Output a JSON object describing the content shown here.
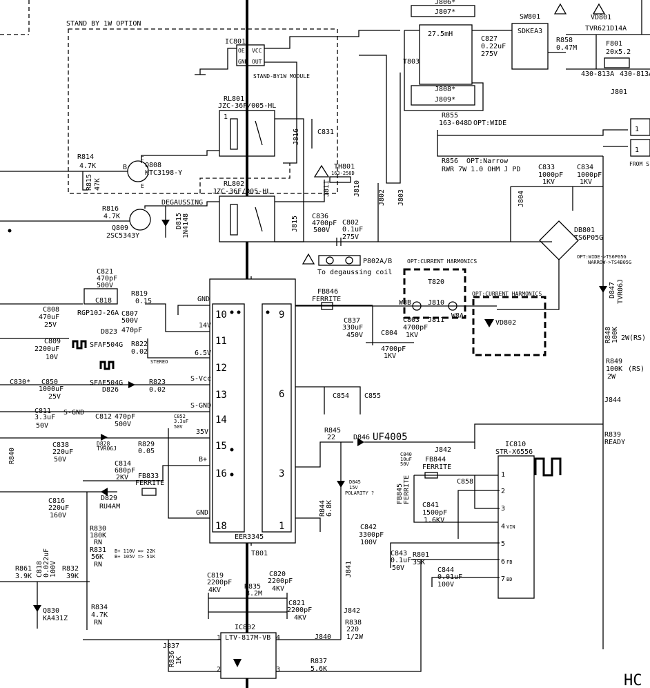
{
  "labels": {
    "standby_option": "STAND BY 1W OPTION",
    "ic801": "IC801",
    "ic801_oe": "OE",
    "ic801_vcc": "VCC",
    "ic801_gnd": "GND",
    "ic801_out": "OUT",
    "standby_module": "STAND-BY1W MODULE",
    "rl801": "RL801",
    "rl801_part": "JZC-36F/005-HL",
    "rl802": "RL802",
    "rl802_part": "JZC-36F/005-HL",
    "r814": "R814",
    "r814_val": "4.7K",
    "r815": "R815",
    "r815_val": "47K",
    "q808": "Q808",
    "q808_part": "KTC3198-Y",
    "r816": "R816",
    "r816_val": "4.7K",
    "q809": "Q809",
    "q809_part": "2SC5343Y",
    "degaussing": "DEGAUSSING",
    "d815": "D815",
    "d815_part": "1N4148",
    "j816": "J816",
    "c831": "C831",
    "th801": "TH801",
    "th801_val": "163-258D",
    "j811": "J811",
    "j810_top": "J810",
    "c836": "C836",
    "c836_val1": "4700pF",
    "c836_val2": "500V",
    "j815": "J815",
    "c802": "C802",
    "c802_val1": "0.1uF",
    "c802_val2": "275V",
    "j802": "J802",
    "j803": "J803",
    "j804": "J804",
    "sw801": "SW801",
    "sw801_part": "SDKEA3",
    "t803": "T803",
    "t803_val": "27.5mH",
    "j806": "J806*",
    "j807": "J807*",
    "j808": "J808*",
    "j809": "J809*",
    "c827": "C827",
    "c827_val1": "0.22uF",
    "c827_val2": "275V",
    "r858": "R858",
    "r858_val": "0.47M",
    "vd801": "VD801",
    "vd801_part": "TVR621D14A",
    "f801": "F801",
    "f801_val": "20x5.2",
    "f801_clip1": "430-813A",
    "f801_clip2": "430-813A",
    "j801": "J801",
    "r855": "R855",
    "r855_val": "163-048D",
    "r855_opt": "OPT:WIDE",
    "r856": "R856",
    "r856_opt": "OPT:Narrow",
    "r856_val": "RWR 7W 1.0 OHM J PD",
    "c833": "C833",
    "c833_val1": "1000pF",
    "c833_val2": "1KV",
    "c834": "C834",
    "c834_val1": "1000pF",
    "c834_val2": "1KV",
    "from_s": "FROM S",
    "db801": "DB801",
    "db801_part": "TS6P05G",
    "db801_opt1": "OPT:WIDE->TS6P05G",
    "db801_opt2": "NARROW->TS4B05G",
    "p802": "P802A/B",
    "to_degaussing": "To degaussing coil",
    "opt_current_harmonics_1": "OPT:CURRENT HARMONICS",
    "opt_current_harmonics_2": "OPT:CURRENT HARMONICS",
    "t820": "T820",
    "j810": "J810",
    "j811_b": "J811",
    "w8b": "W8B",
    "w8a": "W8A",
    "vd802": "VD802",
    "fb846": "FB846",
    "fb846_part": "FERRITE",
    "c837": "C837",
    "c837_val1": "330uF",
    "c837_val2": "450V",
    "c803": "C803",
    "c803_val1": "4700pF",
    "c803_val2": "1KV",
    "c804": "C804",
    "c804_val1": "4700pF",
    "c804_val2": "1KV",
    "d847": "D847",
    "d847_part": "TVR06J",
    "r848": "R848",
    "r848_val1": "100K",
    "r848_val2": "2W",
    "r848_rs": "(RS)",
    "r849": "R849",
    "r849_val1": "100K",
    "r849_val2": "2W",
    "r849_rs": "(RS)",
    "j844": "J844",
    "r839": "R839",
    "r839_val": "READY",
    "c821": "C821",
    "c821_val1": "470pF",
    "c821_val2": "500V",
    "c818": "C818",
    "d818": "RGP10J-26A",
    "r819": "R819",
    "r819_val": "0.15",
    "c807": "C807",
    "c807_val1": "500V",
    "c807_val2": "470pF",
    "c808": "C808",
    "c808_val1": "470uF",
    "c808_val2": "25V",
    "d823": "D823",
    "d823_part": "SFAF504G",
    "c809": "C809",
    "c809_val1": "2200uF",
    "c809_val2": "10V",
    "r822": "R822",
    "r822_val": "0.02",
    "stereo": "STEREO",
    "sfae": "SFAE504G",
    "d826": "D826",
    "r823": "R823",
    "r823_val": "0.02",
    "c830": "C830*",
    "c850": "C850",
    "c850_val1": "1000uF",
    "c850_val2": "25V",
    "c811": "C811",
    "c811_val1": "3.3uF",
    "c811_val2": "50V",
    "s_gnd": "S-GND",
    "c812": "C812",
    "c812_val1": "470pF",
    "c812_val2": "500V",
    "c852": "C852",
    "c852_val1": "3.3uF",
    "c852_val2": "50V",
    "c838": "C838",
    "c838_val1": "220uF",
    "c838_val2": "50V",
    "d828": "D828",
    "d828_part": "TVR06J",
    "r829": "R829",
    "r829_val": "0.05",
    "r840": "R840",
    "c814": "C814",
    "c814_val1": "680pF",
    "c814_val2": "2KV",
    "fb833": "FB833",
    "fb833_part": "FERRITE",
    "d829": "D829",
    "d829_part": "RU4AM",
    "c816": "C816",
    "c816_val1": "220uF",
    "c816_val2": "160V",
    "r830": "R830",
    "r830_val1": "180K",
    "r830_val2": "RN",
    "r831": "R831",
    "r831_val1": "56K",
    "r831_val2": "RN",
    "r832": "R832",
    "r832_val": "39K",
    "note_1": "B+ 110V => 22K",
    "note_2": "B+ 105V => 51K",
    "r861": "R861",
    "r861_val": "3.9K",
    "c818b": "C818",
    "c818b_val1": "0.022uF",
    "c818b_val2": "100V",
    "q830": "Q830",
    "q830_part": "KA431Z",
    "r834": "R834",
    "r834_val1": "4.7K",
    "r834_val2": "RN",
    "t801": "T801",
    "t801_part": "EER3345",
    "pin_gnd_top": "GND",
    "pin_14v": "14V",
    "pin_65v": "6.5V",
    "pin_svcc": "S-Vcc",
    "pin_sgnd": "S-GND",
    "pin_35v": "35V",
    "pin_bplus": "B+",
    "pin_gnd_bot": "GND",
    "pin_10": "10",
    "pin_11": "11",
    "pin_12": "12",
    "pin_13": "13",
    "pin_14": "14",
    "pin_15": "15",
    "pin_16": "16",
    "pin_18": "18",
    "pin_9": "9",
    "pin_6": "6",
    "pin_3": "3",
    "pin_1": "1",
    "c854": "C854",
    "c855": "C855",
    "r845": "R845",
    "r845_val": "22",
    "d846": "D846",
    "d846_part": "UF4005",
    "j842_a": "J842",
    "c840": "C840",
    "c840_val1": "10uF",
    "c840_val2": "50V",
    "fb844": "FB844",
    "fb844_part": "FERRITE",
    "c858": "C858",
    "fb845": "FB845",
    "fb845_part": "FERRITE",
    "d845": "D845",
    "d845_val": "15V",
    "d845_note": "POLARITY ?",
    "r844": "R844",
    "r844_val": "6.8K",
    "c841": "C841",
    "c841_val1": "1500pF",
    "c841_val2": "1.6KV",
    "c842": "C842",
    "c842_val1": "3300pF",
    "c842_val2": "100V",
    "ic810": "IC810",
    "ic810_part": "STR-X6556",
    "ic810_p1": "1",
    "ic810_p2": "2",
    "ic810_p3": "3",
    "ic810_p4": "4",
    "ic810_p4n": "VIN",
    "ic810_p5": "5",
    "ic810_p6": "6",
    "ic810_p6n": "FB",
    "ic810_p7": "7",
    "ic810_p7n": "BD",
    "c843": "C843",
    "c843_val1": "0.1uF",
    "c843_val2": "50V",
    "r801": "R801",
    "r801_val": "35K",
    "c844": "C844",
    "c844_val1": "0.01uF",
    "c844_val2": "100V",
    "j841": "J841",
    "j842_b": "J842",
    "r838": "R838",
    "r838_val1": "220",
    "r838_val2": "1/2W",
    "c819": "C819",
    "c819_val1": "2200pF",
    "c819_val2": "4KV",
    "r835": "R835",
    "r835_val": "8.2M",
    "c820": "C820",
    "c820_val1": "2200pF",
    "c820_val2": "4KV",
    "c821b": "C821",
    "c821b_val1": "2200pF",
    "c821b_val2": "4KV",
    "ic802": "IC802",
    "ic802_part": "LTV-817M-VB",
    "ic802_p1": "1",
    "ic802_p2": "2",
    "ic802_p3": "3",
    "ic802_p4": "4",
    "j837": "J837",
    "r836": "R836",
    "r836_val": "1K",
    "j840": "J840",
    "r837": "R837",
    "r837_val": "5.6K",
    "corner_text": "HC",
    "conn_pin1": "1",
    "conn_pin2": "1",
    "ic_b_mark": "B",
    "q_e_mark": "E",
    "q_c_mark": "C"
  }
}
